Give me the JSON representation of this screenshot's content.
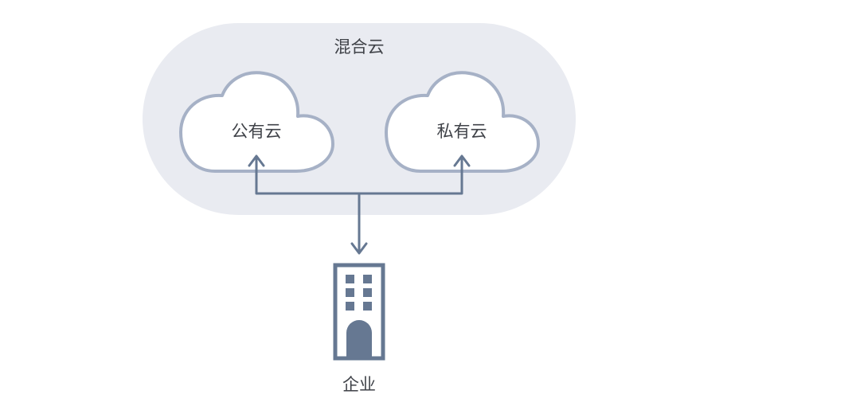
{
  "diagram": {
    "hybrid_cloud_label": "混合云",
    "public_cloud_label": "公有云",
    "private_cloud_label": "私有云",
    "enterprise_label": "企业"
  },
  "colors": {
    "hybrid_region_fill": "#e9ebf1",
    "cloud_fill": "#ffffff",
    "cloud_stroke": "#a6b1c6",
    "connector": "#667892",
    "building": "#667892",
    "text": "#3f4248"
  },
  "icons": {
    "public_cloud": "cloud-icon",
    "private_cloud": "cloud-icon",
    "enterprise": "building-icon"
  }
}
